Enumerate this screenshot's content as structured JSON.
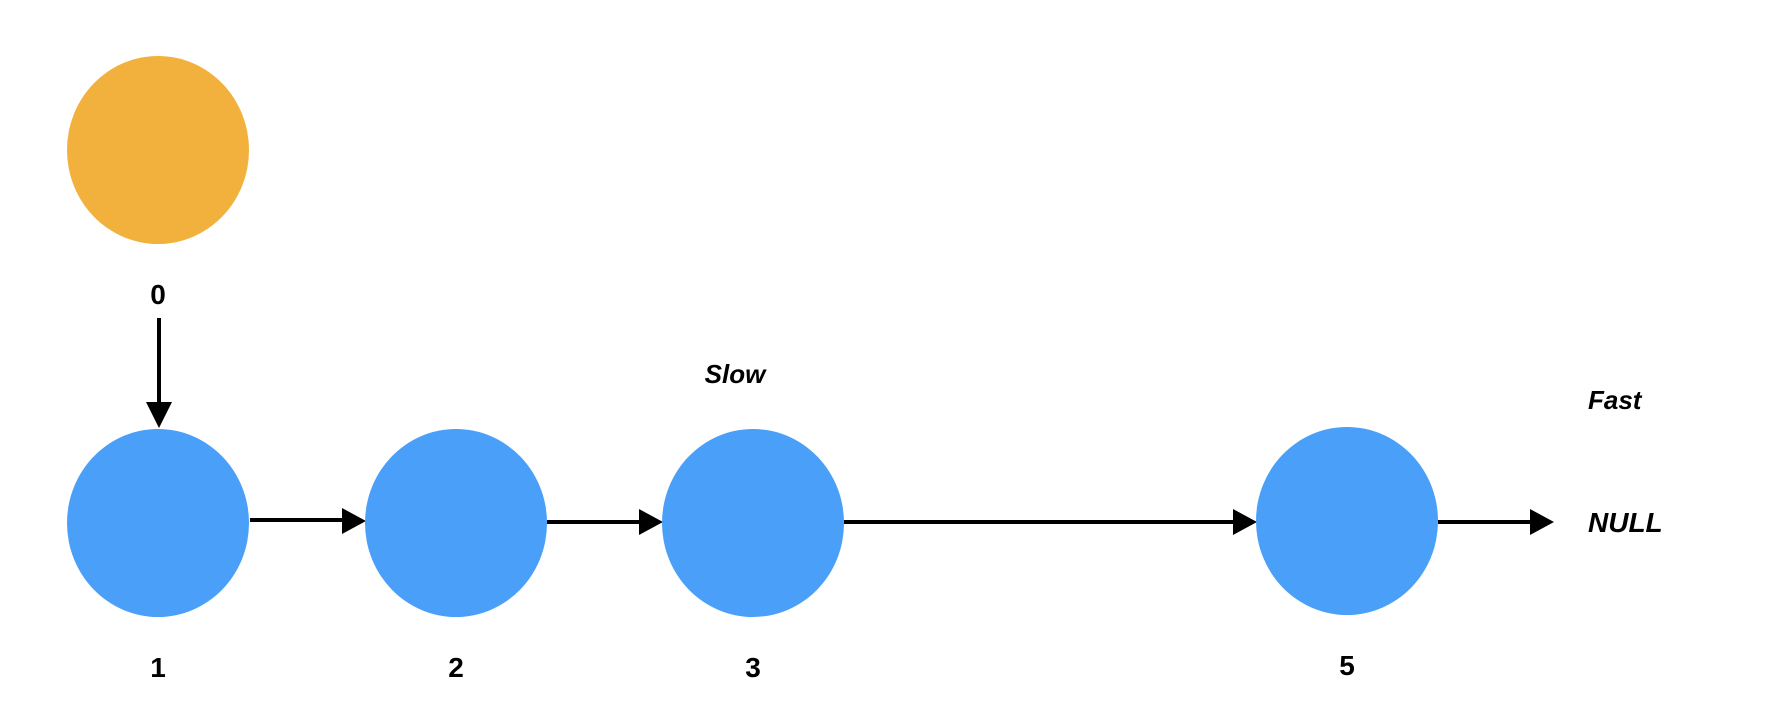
{
  "colors": {
    "dummy_node": "#F2B13D",
    "list_node": "#4AA0F8",
    "arrow": "#000000"
  },
  "nodes": {
    "dummy": {
      "label": "0"
    },
    "n1": {
      "label": "1"
    },
    "n2": {
      "label": "2"
    },
    "n3": {
      "label": "3"
    },
    "n5": {
      "label": "5"
    }
  },
  "pointers": {
    "slow": "Slow",
    "fast": "Fast"
  },
  "terminal": {
    "null_label": "NULL"
  }
}
